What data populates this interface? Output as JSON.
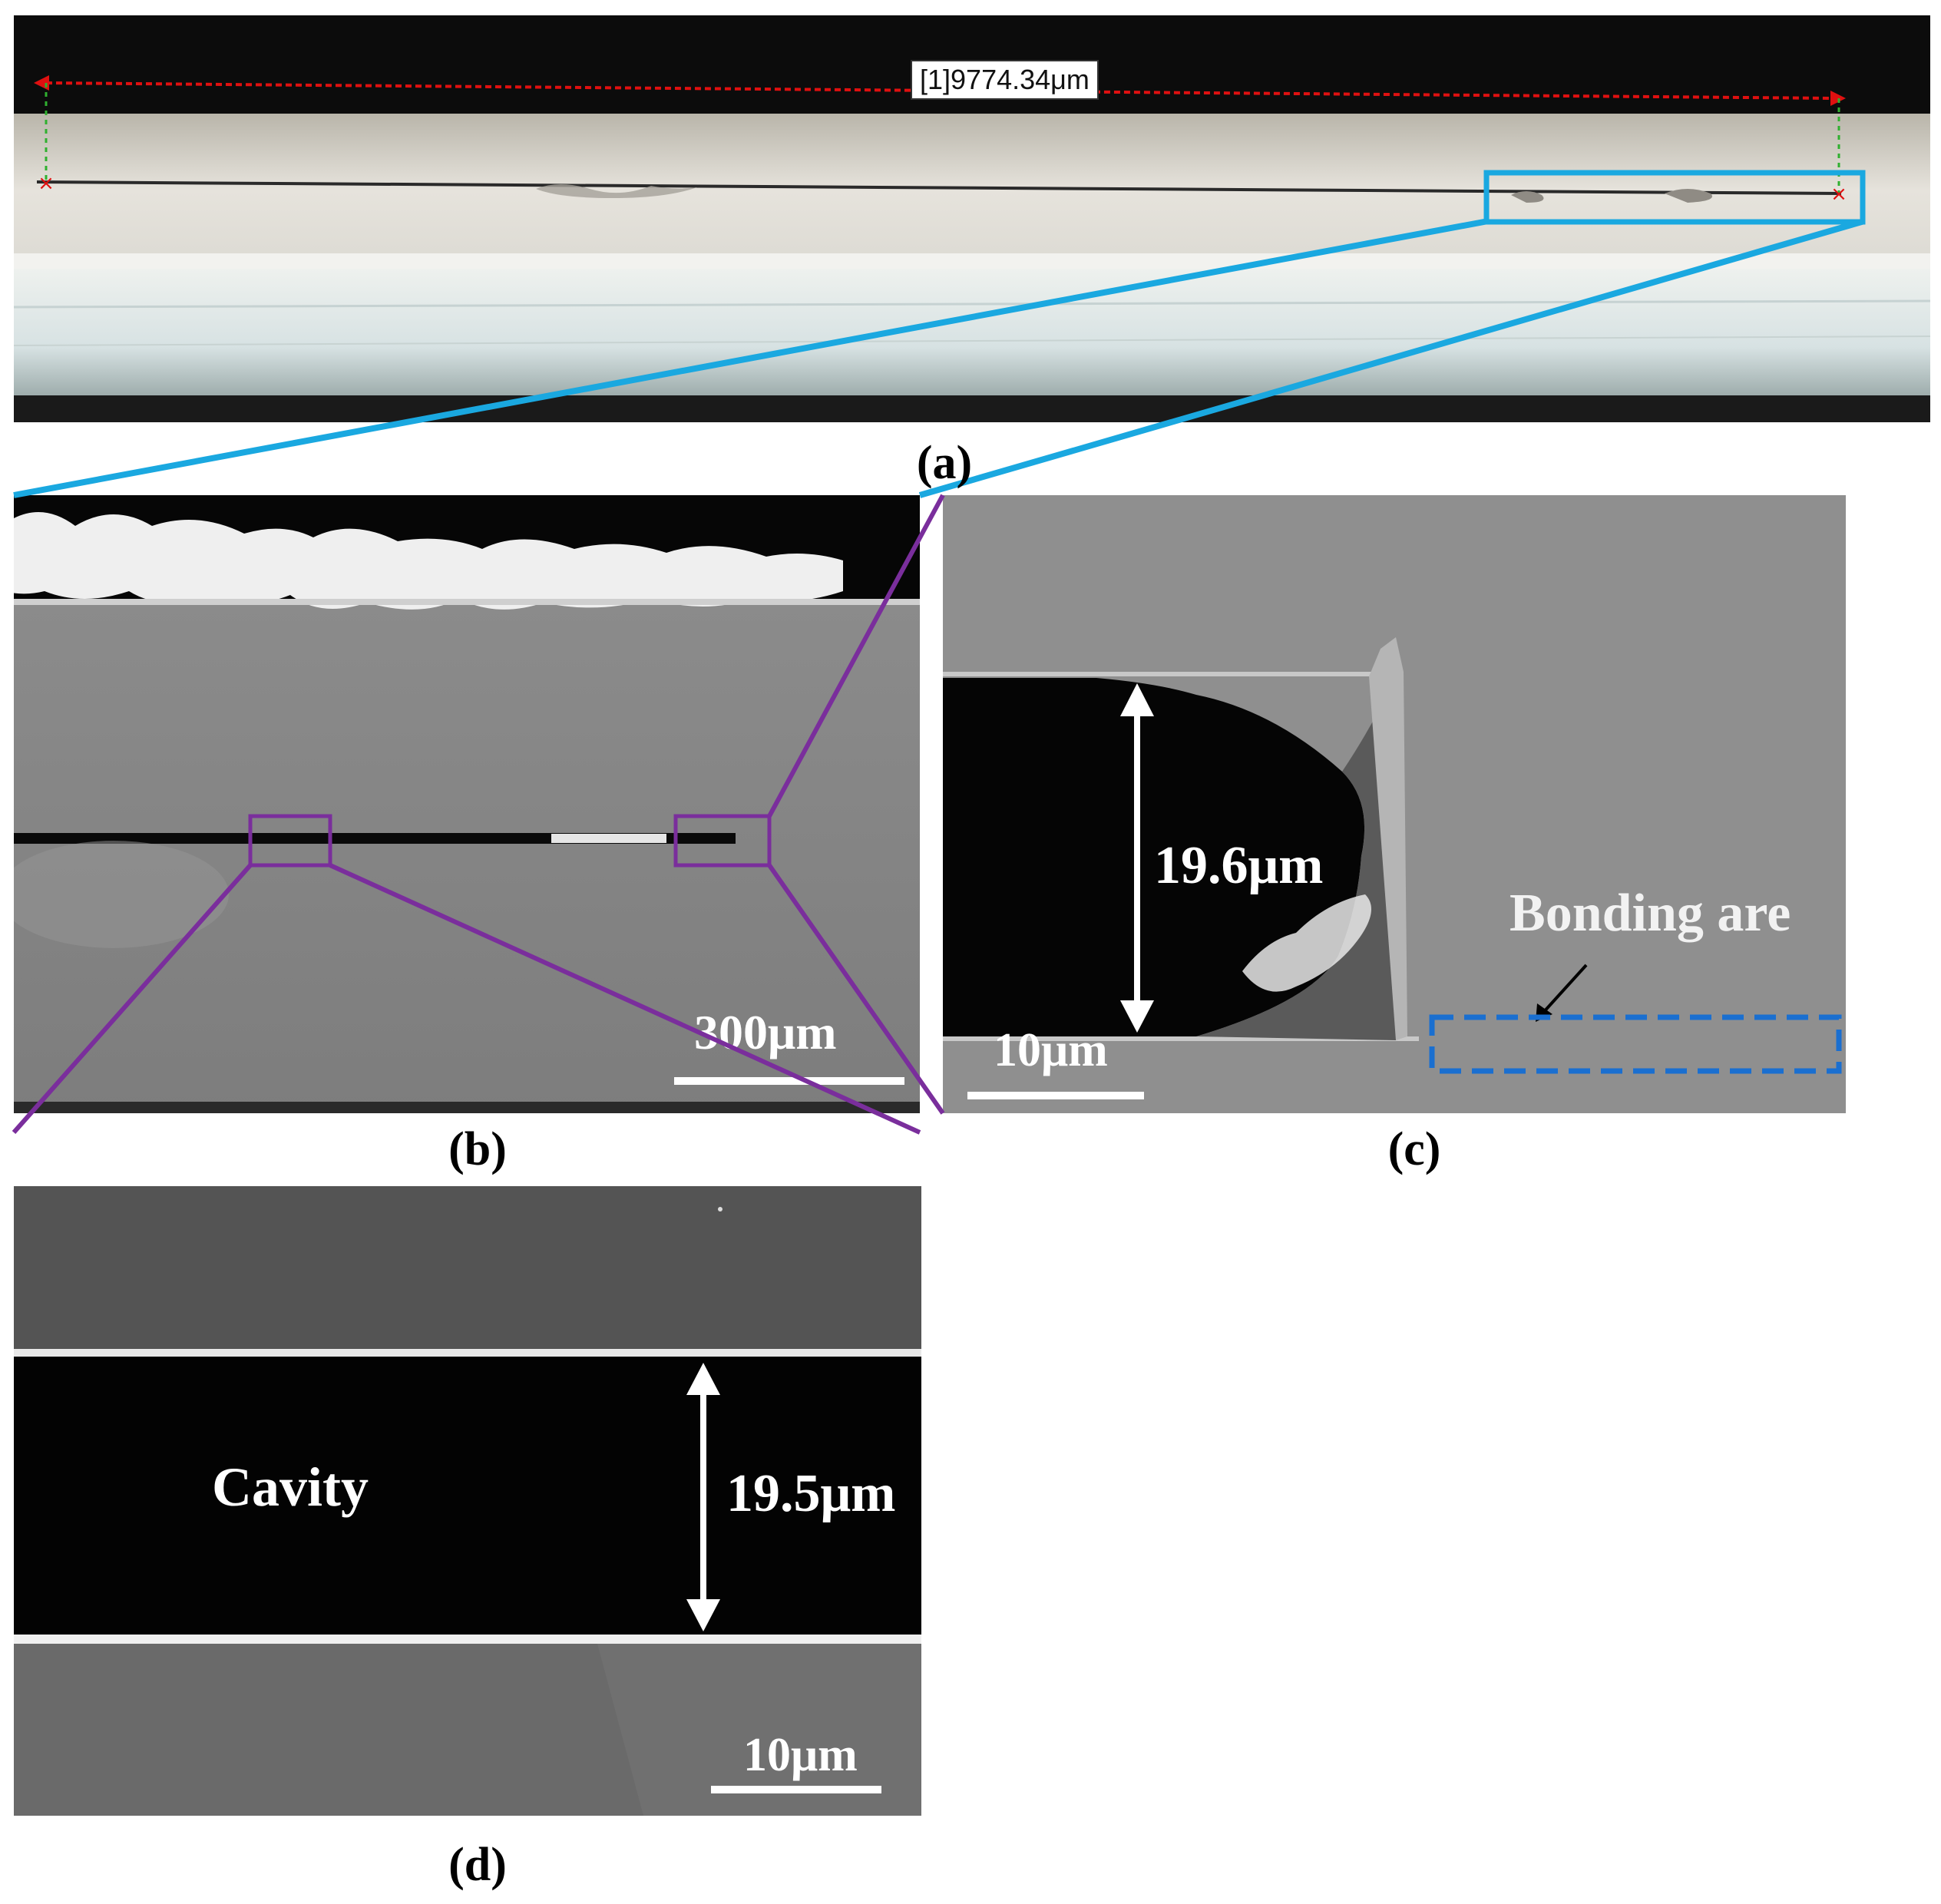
{
  "figure": {
    "panel_a": {
      "caption": "(a)",
      "measurement_label": "[1]9774.34μm"
    },
    "panel_b": {
      "caption": "(b)",
      "scale_label": "300μm"
    },
    "panel_c": {
      "caption": "(c)",
      "height_label": "19.6μm",
      "scale_label": "10μm",
      "region_label": "Bonding are"
    },
    "panel_d": {
      "caption": "(d)",
      "cavity_label": "Cavity",
      "height_label": "19.5μm",
      "scale_label": "10μm"
    },
    "colors": {
      "zoom_box": "#1aa8e0",
      "inset_box": "#7a2e9c",
      "measure_line": "#e01010",
      "bonding_box": "#1a6fd0"
    }
  }
}
